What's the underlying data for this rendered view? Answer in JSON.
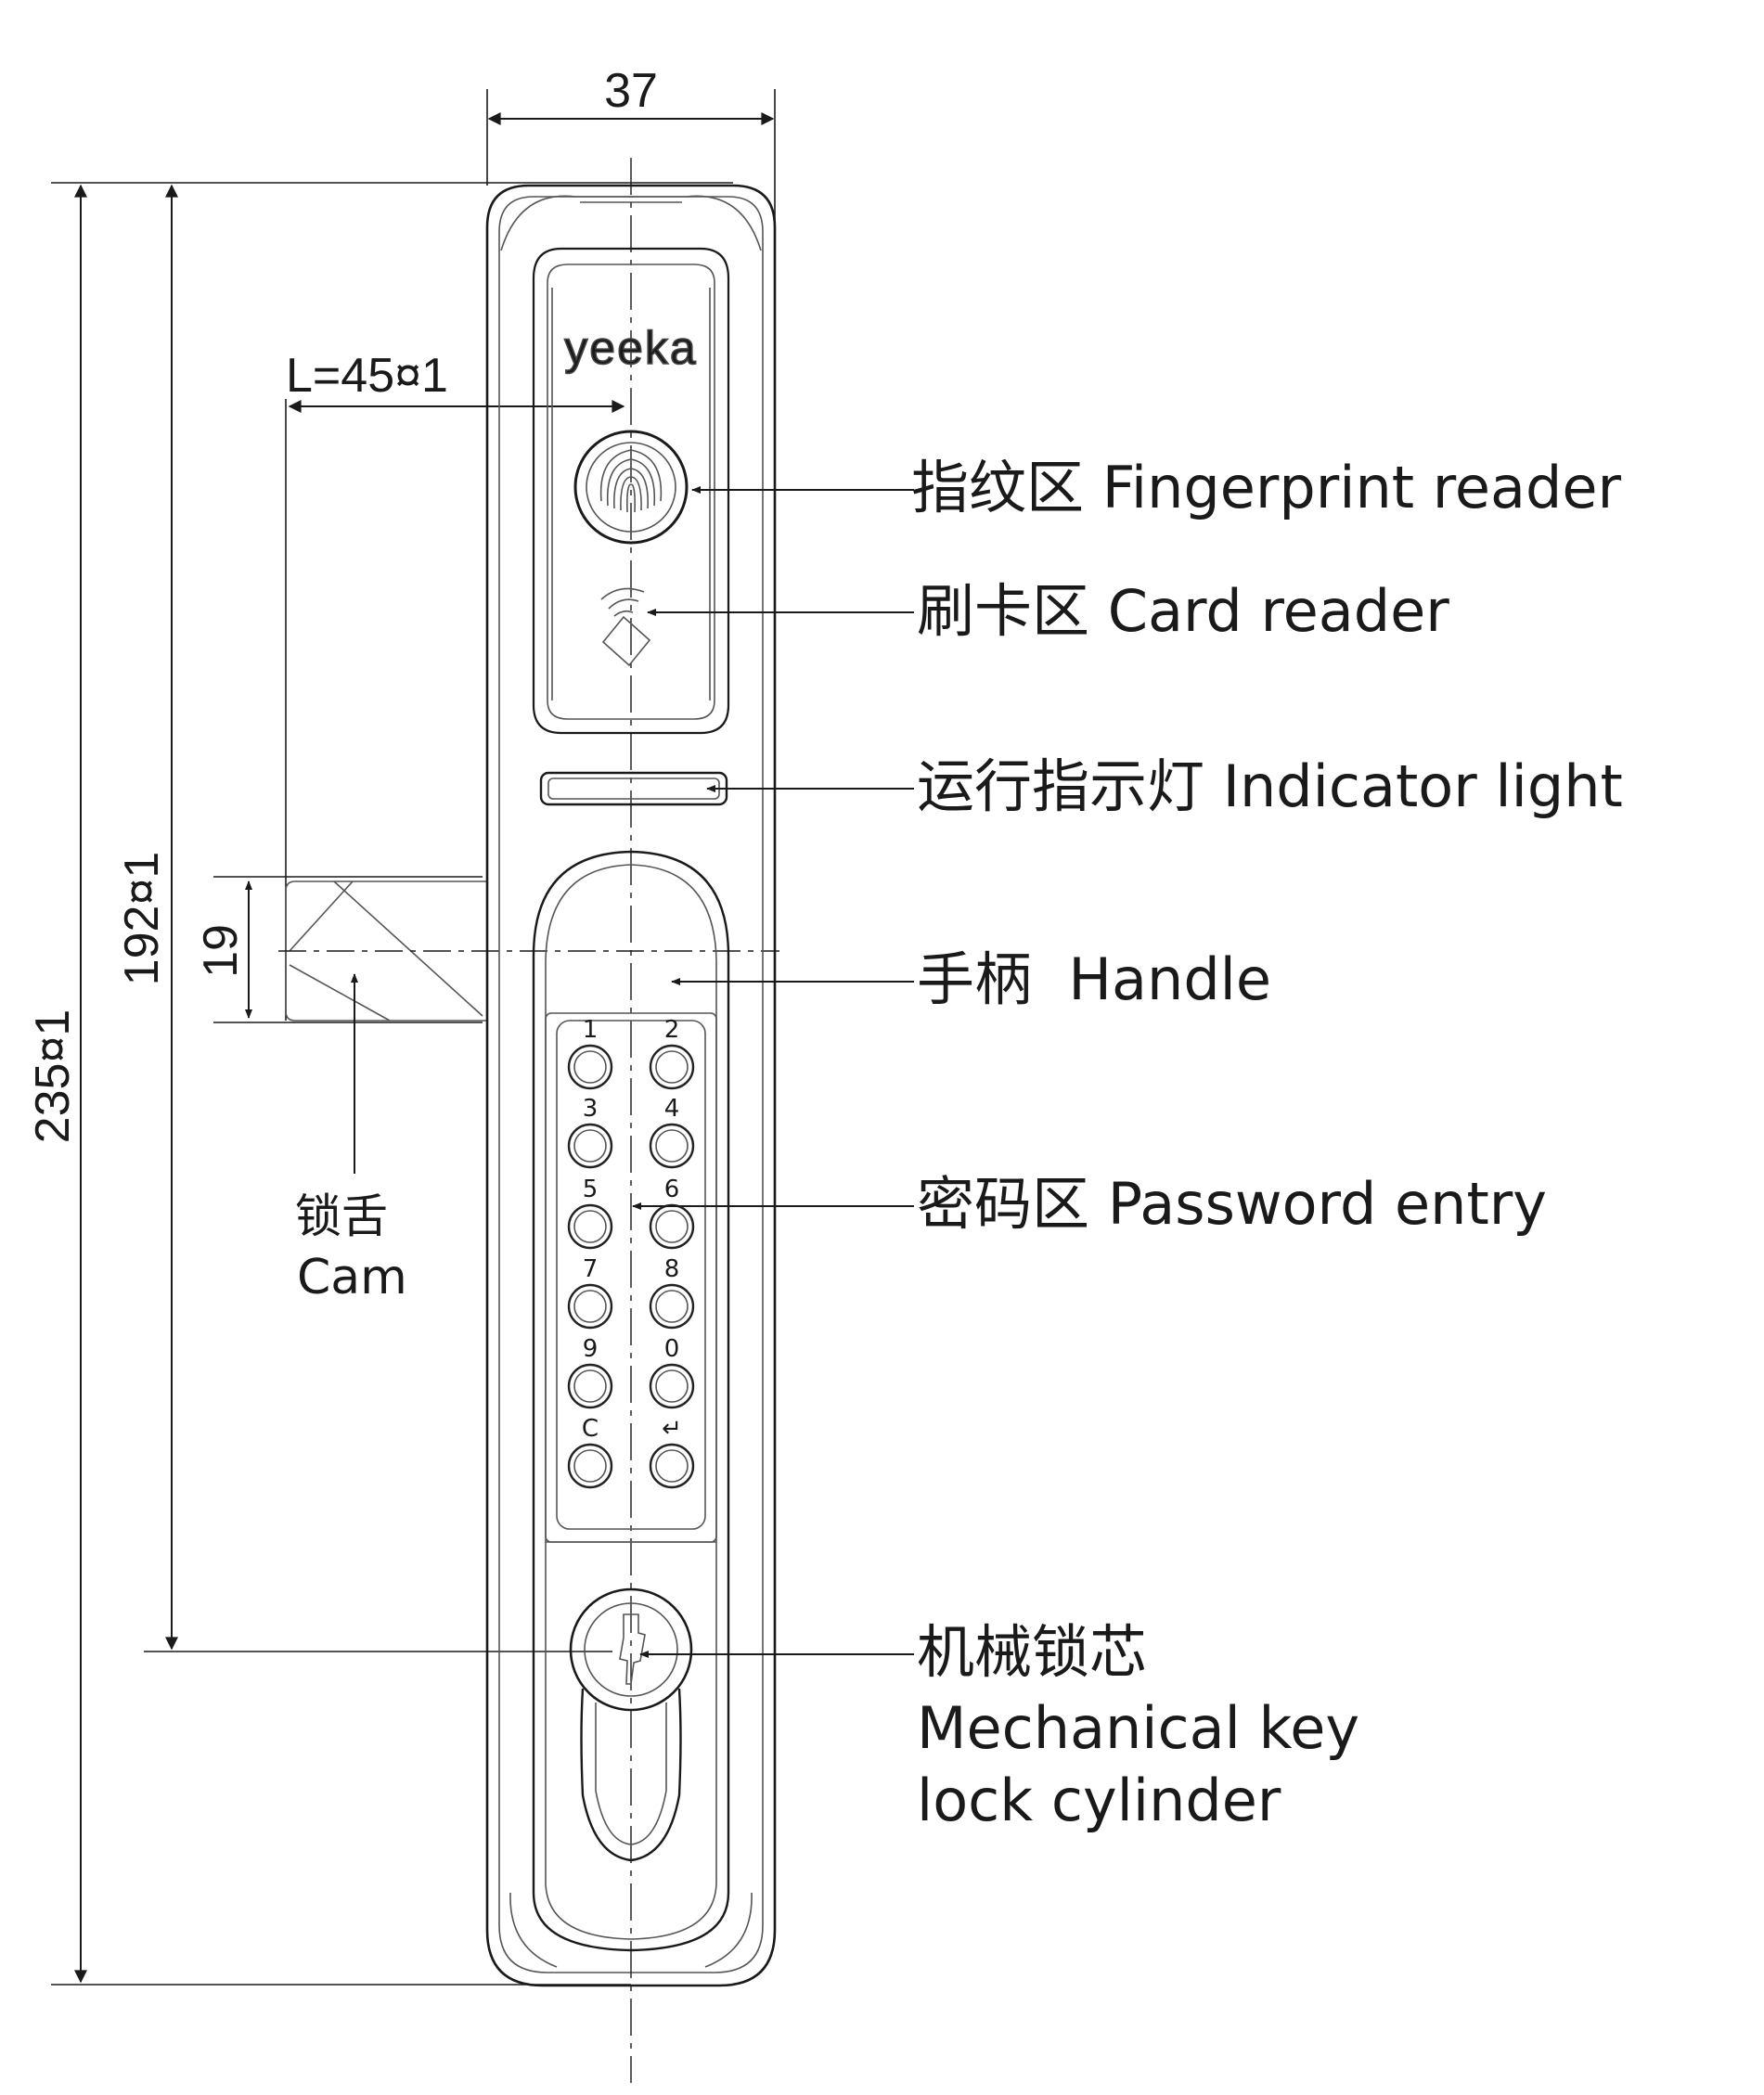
{
  "dimensions": {
    "width": "37",
    "cam_length": "L=45¤1",
    "height_192": "192¤1",
    "height_235": "235¤1",
    "cam_height": "19"
  },
  "brand": "yeeka",
  "callouts": {
    "fingerprint": "指纹区 Fingerprint reader",
    "card": "刷卡区 Card reader",
    "indicator": "运行指示灯 Indicator light",
    "handle": "手柄  Handle",
    "password": "密码区 Password entry",
    "cylinder_cn": "机械锁芯",
    "cylinder_en1": "Mechanical key",
    "cylinder_en2": "lock cylinder"
  },
  "cam": {
    "cn": "锁舌",
    "en": "Cam"
  },
  "keypad": {
    "labels": [
      "1",
      "2",
      "3",
      "4",
      "5",
      "6",
      "7",
      "8",
      "9",
      "0",
      "C",
      "↵"
    ]
  },
  "icons": [
    "fingerprint-icon",
    "rfid-card-icon",
    "key-cylinder-icon"
  ]
}
